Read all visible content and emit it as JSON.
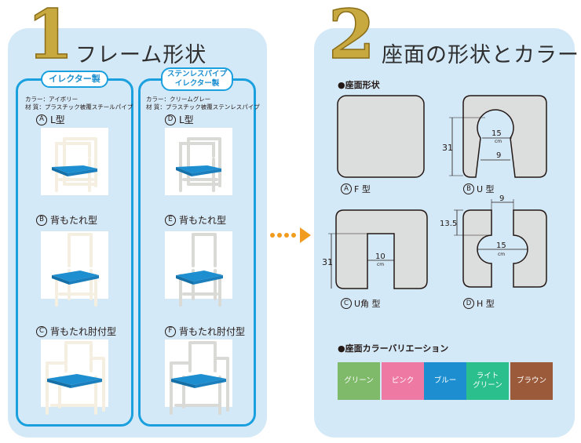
{
  "panel1": {
    "number": "1",
    "title": "フレーム形状",
    "left_group": {
      "badge": "イレクター製",
      "spec_color": "カラー：アイボリー",
      "spec_material": "材 質：プラスチック被覆スチールパイプ",
      "frame_color": "#f4efe0",
      "chairs": [
        {
          "mark": "A",
          "label": "L型"
        },
        {
          "mark": "B",
          "label": "背もたれ型"
        },
        {
          "mark": "C",
          "label": "背もたれ肘付型"
        }
      ]
    },
    "right_group": {
      "badge_line1": "ステンレスパイプ",
      "badge_line2": "イレクター製",
      "spec_color": "カラー：クリームグレー",
      "spec_material": "材 質：プラスチック被覆ステンレスパイプ",
      "frame_color": "#d9d9d6",
      "chairs": [
        {
          "mark": "D",
          "label": "L型"
        },
        {
          "mark": "E",
          "label": "背もたれ型"
        },
        {
          "mark": "F",
          "label": "背もたれ肘付型"
        }
      ]
    },
    "seat_color": "#1d8fd0"
  },
  "panel2": {
    "number": "2",
    "title": "座面の形状とカラー",
    "shape_section": "●座面形状",
    "shapes": [
      {
        "mark": "A",
        "label": "F 型"
      },
      {
        "mark": "B",
        "label": "U 型",
        "dims": {
          "height": "31",
          "width_top": "15",
          "width_top_unit": "cm",
          "gap": "9"
        }
      },
      {
        "mark": "C",
        "label": "U角 型",
        "dims": {
          "height": "31",
          "width": "10",
          "width_unit": "cm"
        }
      },
      {
        "mark": "D",
        "label": "H 型",
        "dims": {
          "gap": "9",
          "depth": "13.5",
          "width": "15",
          "width_unit": "cm"
        }
      }
    ],
    "color_section": "●座面カラーバリエーション",
    "colors": [
      {
        "name": "グリーン",
        "hex": "#7fba6a"
      },
      {
        "name": "ピンク",
        "hex": "#ee7aa4"
      },
      {
        "name": "ブルー",
        "hex": "#1d8fd0"
      },
      {
        "name_line1": "ライト",
        "name_line2": "グリーン",
        "hex": "#2bbf8d"
      },
      {
        "name": "ブラウン",
        "hex": "#9b5a3a"
      }
    ]
  }
}
